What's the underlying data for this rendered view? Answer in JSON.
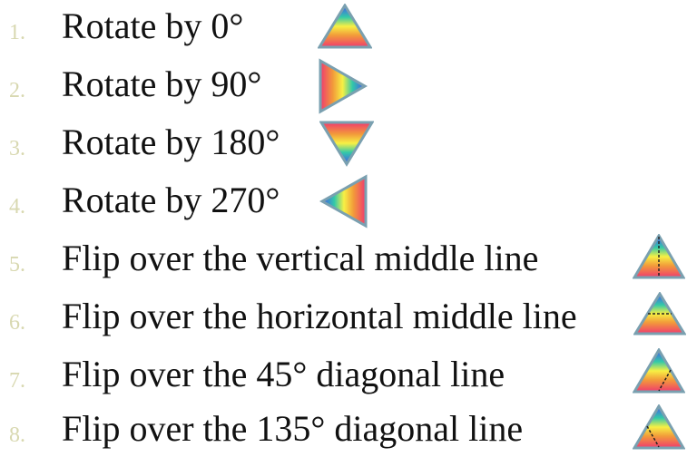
{
  "items": [
    {
      "number": "1.",
      "label": "Rotate by 0°",
      "icon": "triangle-rotated-0-icon"
    },
    {
      "number": "2.",
      "label": "Rotate by 90°",
      "icon": "triangle-rotated-90-icon"
    },
    {
      "number": "3.",
      "label": "Rotate by 180°",
      "icon": "triangle-rotated-180-icon"
    },
    {
      "number": "4.",
      "label": "Rotate by 270°",
      "icon": "triangle-rotated-270-icon"
    },
    {
      "number": "5.",
      "label": "Flip over the vertical middle line",
      "icon": "triangle-vertical-line-icon"
    },
    {
      "number": "6.",
      "label": "Flip over the horizontal middle line",
      "icon": "triangle-horizontal-line-icon"
    },
    {
      "number": "7.",
      "label": "Flip over the 45° diagonal line",
      "icon": "triangle-45-diagonal-icon"
    },
    {
      "number": "8.",
      "label": "Flip over the 135° diagonal line",
      "icon": "triangle-135-diagonal-icon"
    }
  ],
  "colors": {
    "number": "#d8d8b0",
    "text": "#111111",
    "outline": "#7aa0b0",
    "rainbow": [
      "#4455ee",
      "#33c9a8",
      "#f7f044",
      "#f29a3a",
      "#f03a6f"
    ]
  }
}
